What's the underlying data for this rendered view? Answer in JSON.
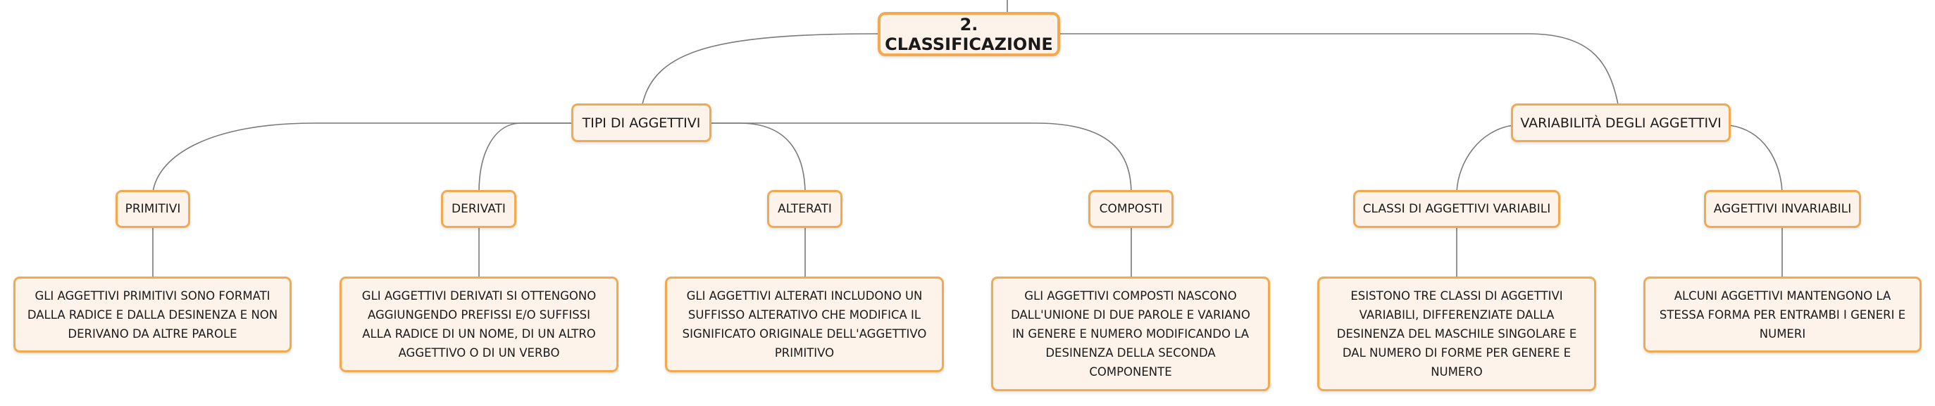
{
  "diagram": {
    "root": "2. CLASSIFICAZIONE",
    "branches": {
      "tipi": "TIPI DI AGGETTIVI",
      "variabilita": "VARIABILITÀ DEGLI AGGETTIVI"
    },
    "categories": {
      "primitivi": "PRIMITIVI",
      "derivati": "DERIVATI",
      "alterati": "ALTERATI",
      "composti": "COMPOSTI",
      "classi": "CLASSI DI AGGETTIVI VARIABILI",
      "invariabili": "AGGETTIVI INVARIABILI"
    },
    "descriptions": {
      "primitivi": "GLI AGGETTIVI PRIMITIVI SONO FORMATI DALLA RADICE E DALLA DESINENZA E NON DERIVANO DA ALTRE PAROLE",
      "derivati": "GLI AGGETTIVI DERIVATI SI OTTENGONO AGGIUNGENDO PREFISSI E/O SUFFISSI ALLA RADICE DI UN NOME, DI UN ALTRO AGGETTIVO O DI UN VERBO",
      "alterati": "GLI AGGETTIVI ALTERATI INCLUDONO UN SUFFISSO ALTERATIVO CHE MODIFICA IL SIGNIFICATO ORIGINALE DELL'AGGETTIVO PRIMITIVO",
      "composti": "GLI AGGETTIVI COMPOSTI NASCONO DALL'UNIONE DI DUE PAROLE E VARIANO IN GENERE E NUMERO MODIFICANDO LA DESINENZA DELLA SECONDA COMPONENTE",
      "classi": "ESISTONO TRE CLASSI DI AGGETTIVI VARIABILI, DIFFERENZIATE DALLA DESINENZA DEL MASCHILE SINGOLARE E DAL NUMERO DI FORME PER GENERE E NUMERO",
      "invariabili": "ALCUNI AGGETTIVI MANTENGONO LA STESSA FORMA PER ENTRAMBI I GENERI E NUMERI"
    }
  }
}
